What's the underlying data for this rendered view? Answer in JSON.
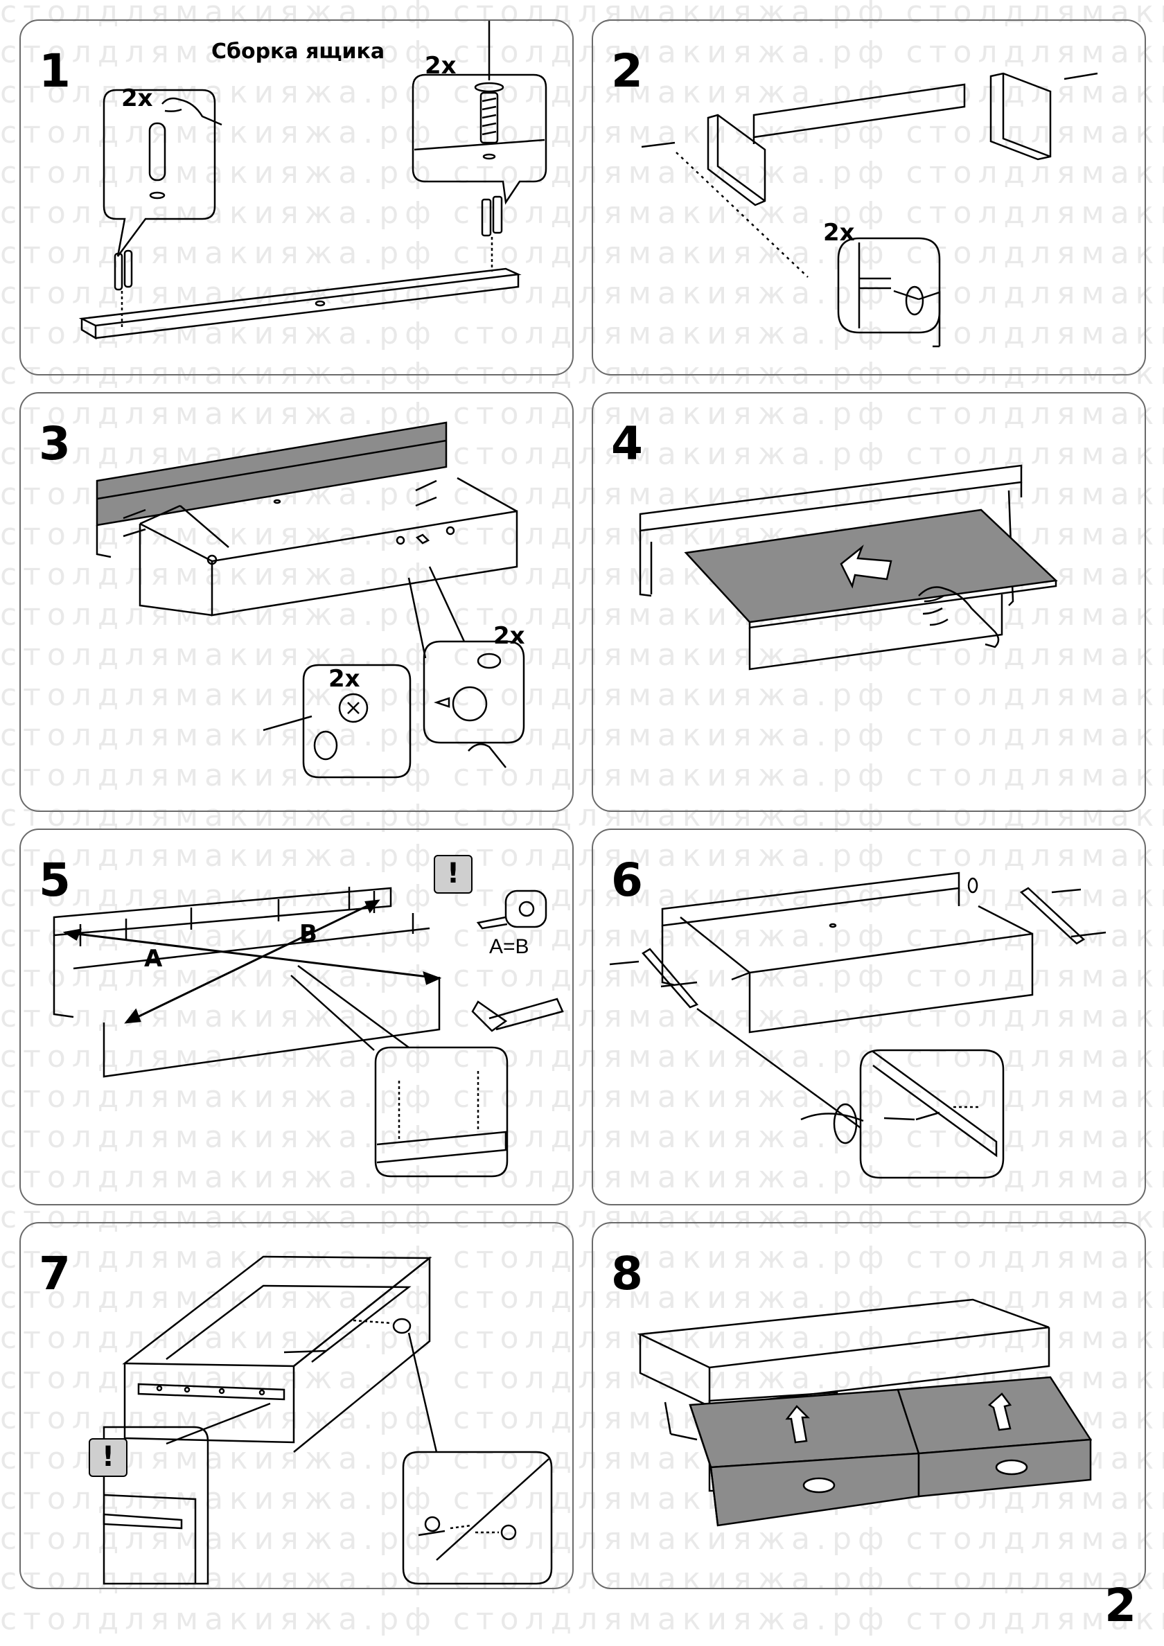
{
  "watermark_text": "столдлямакияжа.рф",
  "title": "Сборка ящика",
  "page_number": "2",
  "steps": [
    {
      "number": "1",
      "labels": [
        "2x",
        "2x"
      ]
    },
    {
      "number": "2",
      "labels": [
        "2x"
      ]
    },
    {
      "number": "3",
      "labels": [
        "2x",
        "2x"
      ]
    },
    {
      "number": "4",
      "labels": []
    },
    {
      "number": "5",
      "labels": [
        "A",
        "B",
        "A=B"
      ]
    },
    {
      "number": "6",
      "labels": []
    },
    {
      "number": "7",
      "labels": []
    },
    {
      "number": "8",
      "labels": []
    }
  ],
  "warning_symbol": "!",
  "colors": {
    "line": "#000000",
    "panel_fill": "#8c8c8c",
    "watermark": "#e9e9e9",
    "border": "#6a6a6a"
  }
}
